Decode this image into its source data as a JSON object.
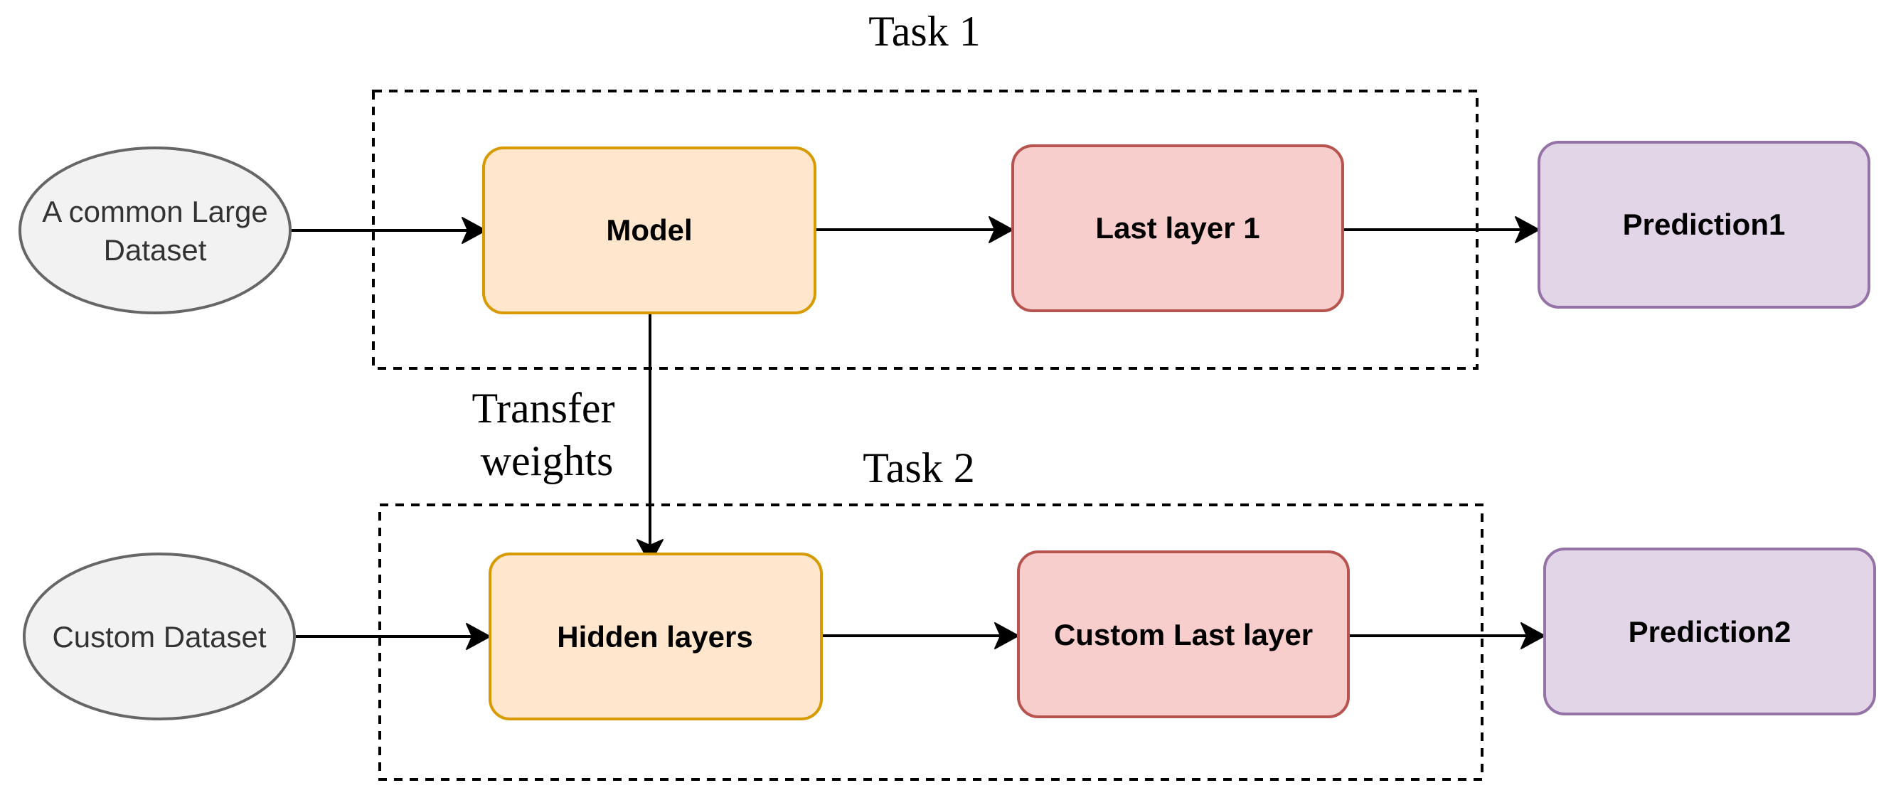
{
  "diagram": {
    "task1": {
      "title": "Task 1"
    },
    "task2": {
      "title": "Task 2"
    },
    "transfer_label": {
      "line1": "Transfer",
      "line2": "weights"
    },
    "dataset1": {
      "line1": "A common Large",
      "line2": "Dataset"
    },
    "dataset2": {
      "label": "Custom Dataset"
    },
    "model": {
      "label": "Model"
    },
    "last_layer_1": {
      "label": "Last layer 1"
    },
    "prediction1": {
      "label": "Prediction1"
    },
    "hidden_layers": {
      "label": "Hidden layers"
    },
    "custom_last_layer": {
      "label": "Custom Last layer"
    },
    "prediction2": {
      "label": "Prediction2"
    }
  },
  "colors": {
    "dataset_fill": "#f2f2f2",
    "dataset_stroke": "#666666",
    "model_fill": "#ffe6cc",
    "model_stroke": "#d79b00",
    "layer_fill": "#f8cecc",
    "layer_stroke": "#b85450",
    "prediction_fill": "#e1d5e7",
    "prediction_stroke": "#9673a6",
    "line": "#000000"
  }
}
